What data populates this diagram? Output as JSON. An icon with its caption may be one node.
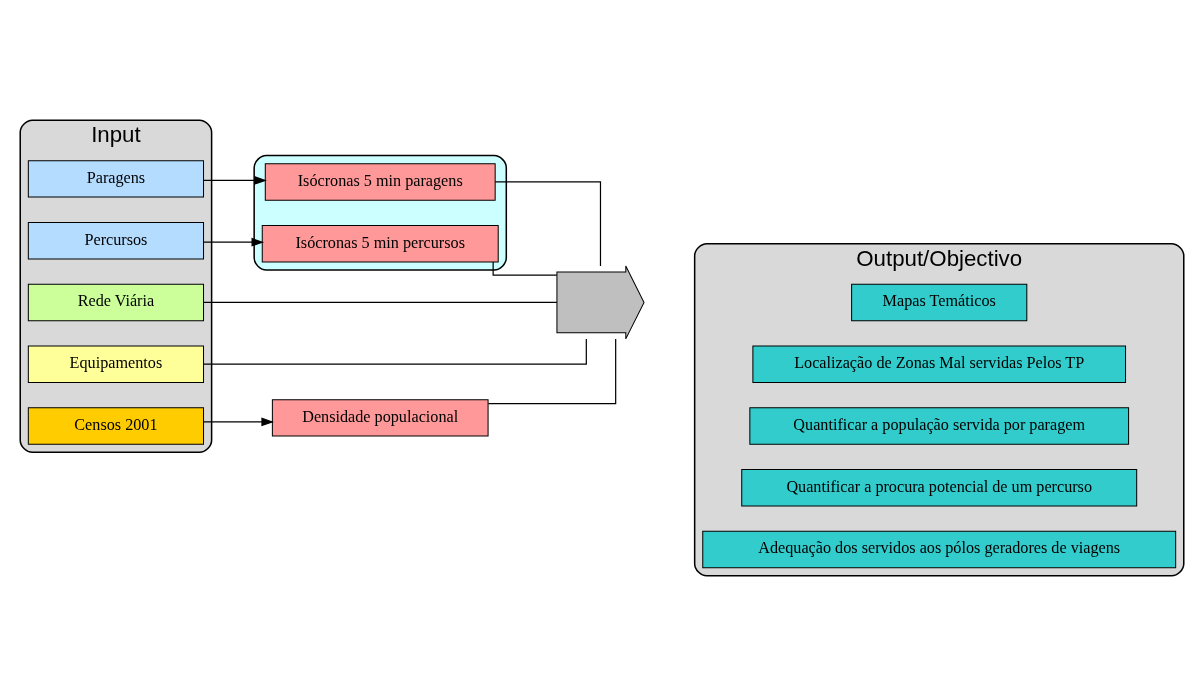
{
  "diagram": {
    "nodes": [
      {
        "text": [
          "Input"
        ]
      },
      {
        "text": [
          "Paragens"
        ],
        "in": 0
      },
      {
        "text": [
          "Percursos"
        ],
        "in": 0
      },
      {
        "text": [
          "Rede Viária"
        ],
        "in": 0
      },
      {
        "text": [
          "Equipamentos"
        ],
        "in": 0
      },
      {
        "text": [
          "Censos 2001"
        ],
        "in": 0
      },
      {
        "text": [],
        "shape": "box"
      },
      {
        "text": [
          "Isócronas 5 min paragens"
        ],
        "in": 6
      },
      {
        "text": [
          "Isócronas 5 min percursos"
        ],
        "in": 6
      },
      {
        "text": [
          "Densidade populacional"
        ]
      },
      {
        "text": [],
        "shape": "arrow"
      },
      {
        "text": [
          "Output/Objectivo"
        ]
      },
      {
        "text": [
          "Mapas Temáticos"
        ],
        "in": 11
      },
      {
        "text": [
          "Localização de Zonas Mal servidas Pelos TP"
        ],
        "in": 11
      },
      {
        "text": [
          "Quantificar a população servida por paragem"
        ],
        "in": 11
      },
      {
        "text": [
          "Quantificar a procura potencial de um percurso"
        ],
        "in": 11
      },
      {
        "text": [
          "Adequação dos servidos aos pólos geradores de viagens"
        ],
        "in": 11
      }
    ],
    "edges": [
      {
        "from": 1,
        "to": 7,
        "arrow": "to"
      },
      {
        "from": 2,
        "to": 8,
        "arrow": "to"
      },
      {
        "from": 5,
        "to": 9,
        "arrow": "to"
      },
      {
        "from": 7,
        "to": 10,
        "arrow": "none"
      },
      {
        "from": 8,
        "to": 10,
        "arrow": "none"
      },
      {
        "from": 3,
        "to": 10,
        "arrow": "none"
      },
      {
        "from": 4,
        "to": 10,
        "arrow": "none"
      },
      {
        "from": 9,
        "to": 10,
        "arrow": "none"
      }
    ]
  }
}
